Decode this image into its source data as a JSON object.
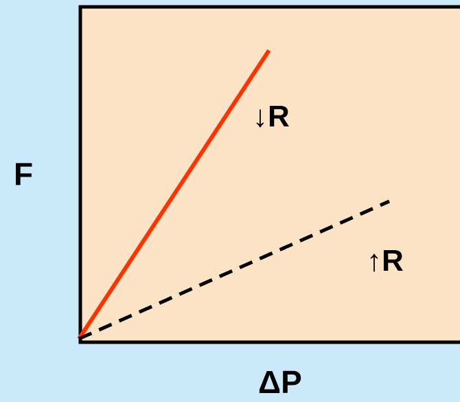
{
  "colors": {
    "background": "#cce9fb",
    "plot_background": "#fde3c6",
    "axis": "#000000",
    "series_solid": "#ff3300",
    "series_dashed": "#000000"
  },
  "chart_data": {
    "type": "line",
    "xlabel": "ΔP",
    "ylabel": "F",
    "grid": false,
    "ticks": false,
    "series": [
      {
        "label": "↓R",
        "style": "solid",
        "color": "#ff3300",
        "points": [
          [
            0,
            0
          ],
          [
            0.49,
            0.86
          ]
        ]
      },
      {
        "label": "↑R",
        "style": "dashed",
        "color": "#000000",
        "points": [
          [
            0,
            0
          ],
          [
            0.8,
            0.41
          ]
        ]
      }
    ]
  }
}
